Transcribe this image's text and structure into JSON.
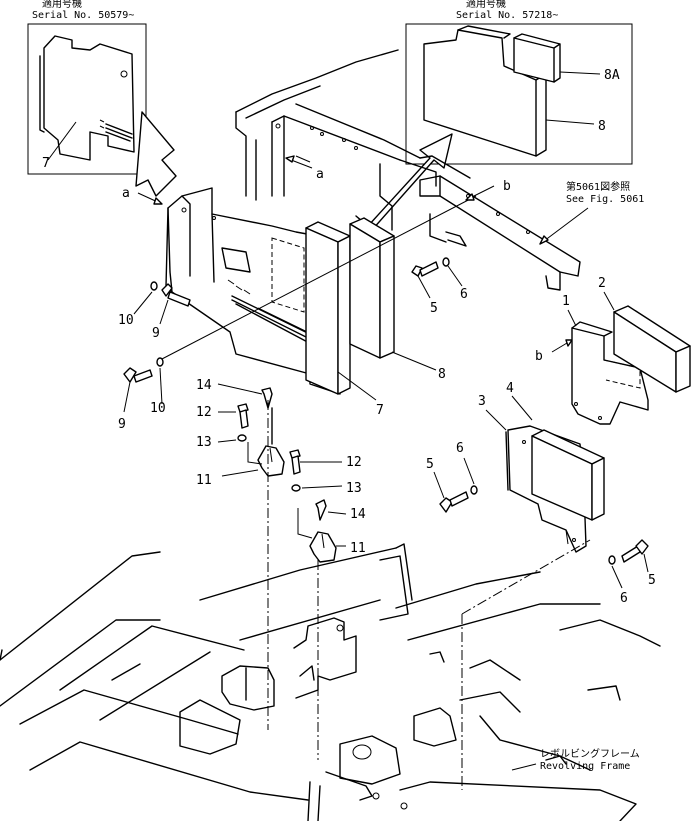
{
  "inset_left": {
    "title_jp": "適用号機",
    "serial": "Serial No. 50579~"
  },
  "inset_right": {
    "title_jp": "適用号機",
    "serial": "Serial No. 57218~"
  },
  "reference": {
    "jp": "第5061図参照",
    "en": "See Fig. 5061"
  },
  "frame_label": {
    "jp": "レボルビングフレーム",
    "en": "Revolving Frame"
  },
  "view_marks": {
    "a": "a",
    "b": "b"
  },
  "callouts": {
    "p1": "1",
    "p2": "2",
    "p3": "3",
    "p4": "4",
    "p5": "5",
    "p6": "6",
    "p7": "7",
    "p8": "8",
    "p8a": "8A",
    "p9": "9",
    "p10": "10",
    "p11": "11",
    "p12": "12",
    "p13": "13",
    "p14": "14"
  }
}
